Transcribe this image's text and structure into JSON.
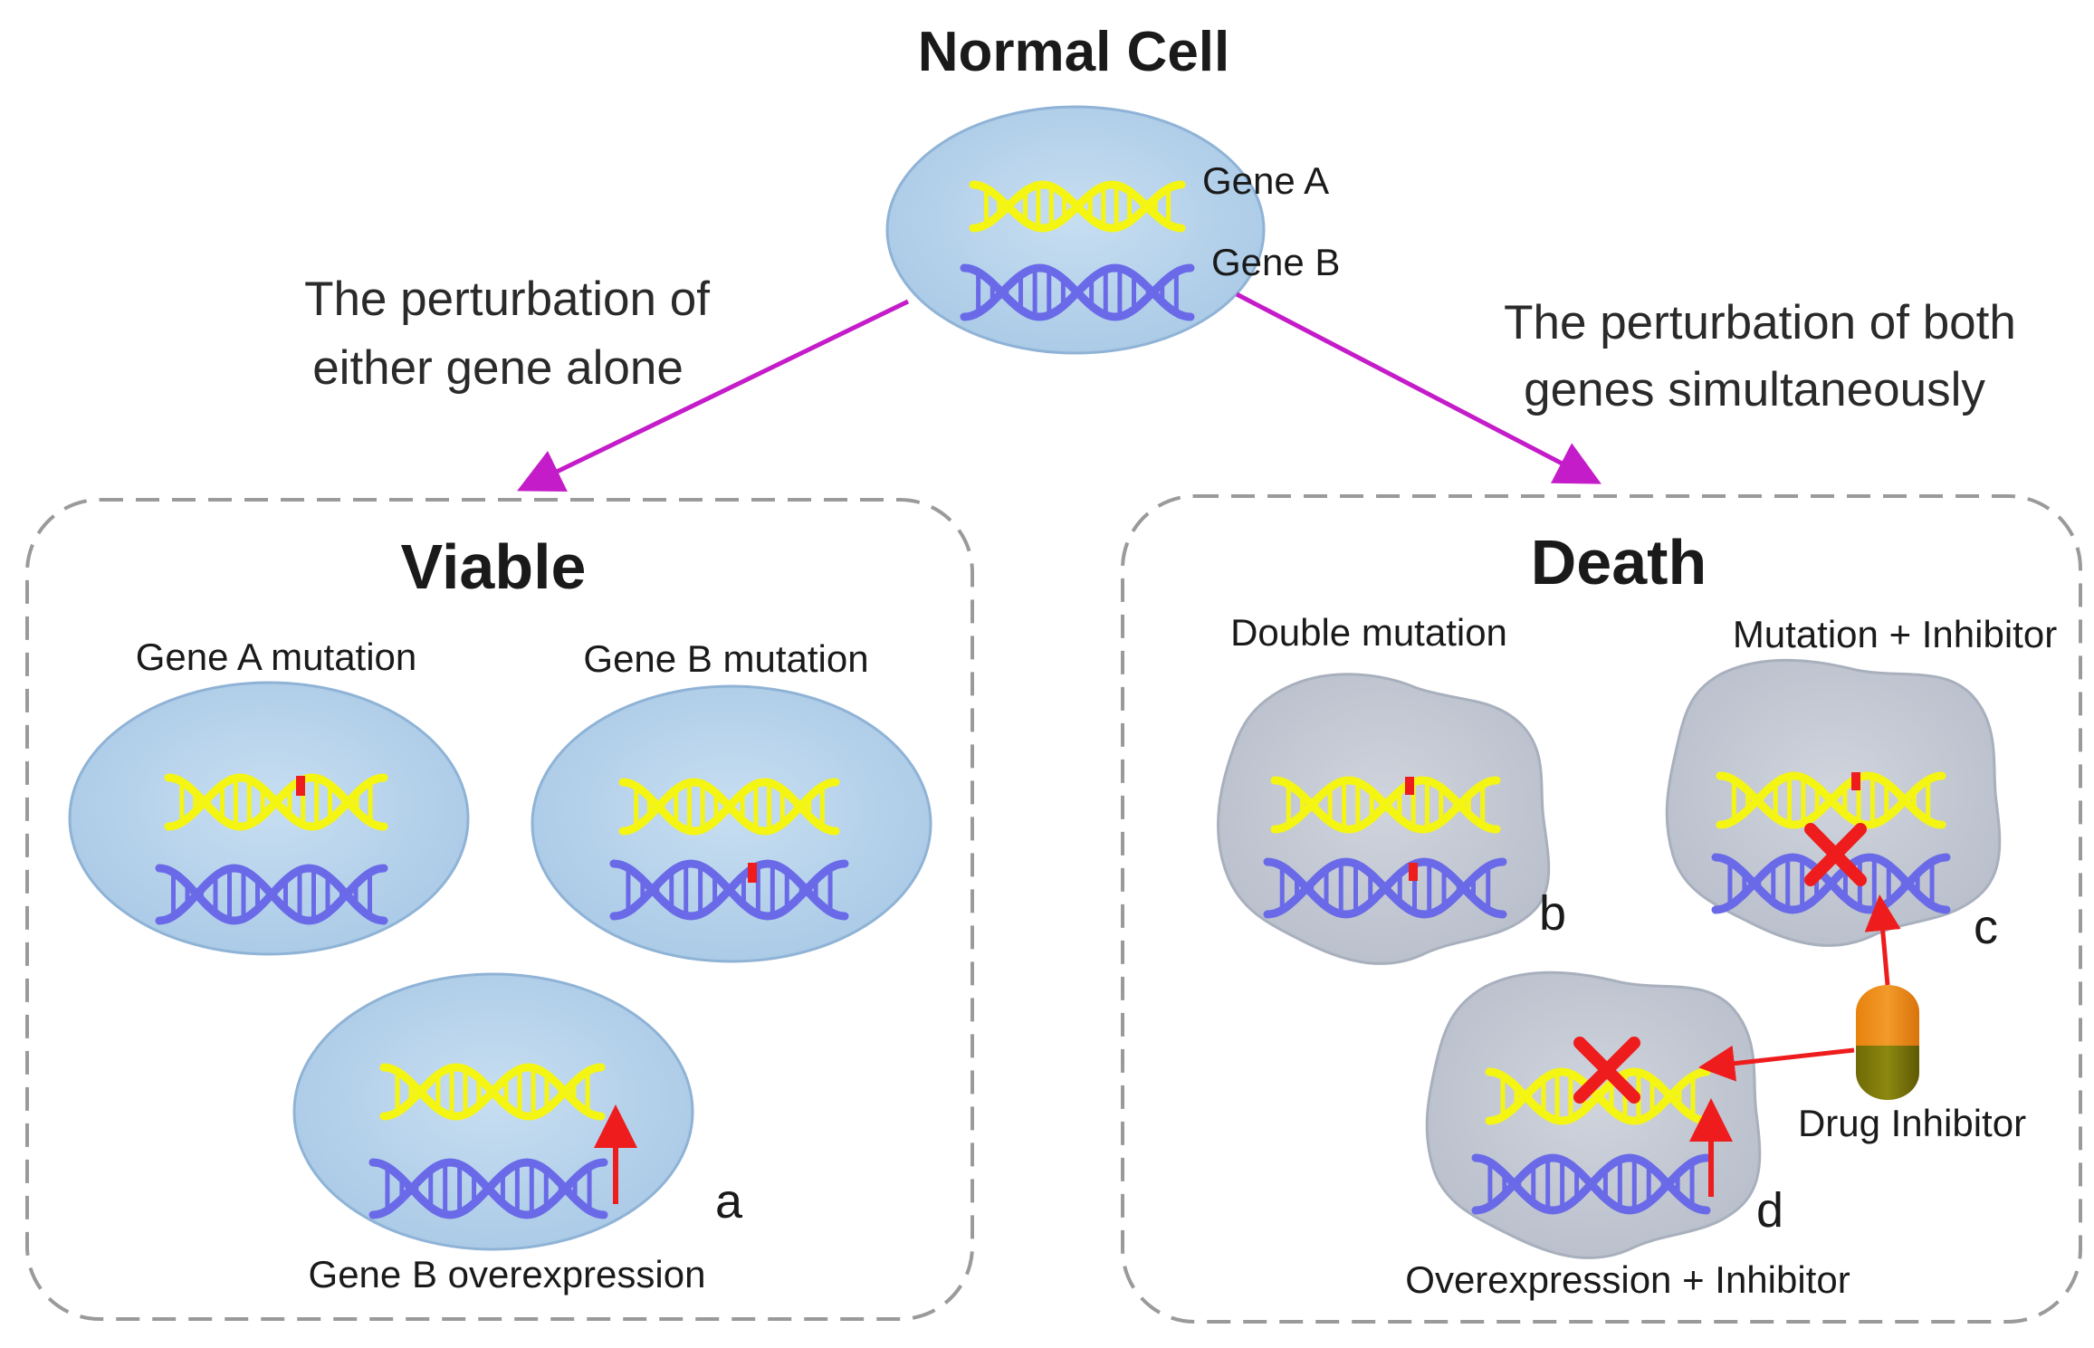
{
  "title": "Normal Cell",
  "top_cell": {
    "gene_a": "Gene A",
    "gene_b": "Gene B"
  },
  "left_branch": {
    "line1": "The perturbation of",
    "line2": "either gene alone"
  },
  "right_branch": {
    "line1": "The perturbation of both",
    "line2": "genes simultaneously"
  },
  "viable": {
    "title": "Viable",
    "gene_a_mutation": "Gene A mutation",
    "gene_b_mutation": "Gene B mutation",
    "overexpression": "Gene B overexpression",
    "letter_a": "a"
  },
  "death": {
    "title": "Death",
    "double_mutation": "Double mutation",
    "mutation_inhibitor": "Mutation + Inhibitor",
    "overexpression_inhibitor": "Overexpression + Inhibitor",
    "drug_inhibitor": "Drug Inhibitor",
    "letter_b": "b",
    "letter_c": "c",
    "letter_d": "d"
  },
  "colors": {
    "gene_a": "#f5f514",
    "gene_b": "#6a6ae8",
    "cell_fill": "#b8d3ea",
    "dead_cell_fill": "#c6ccd6",
    "branch_arrow": "#c41cc9",
    "red": "#ee1c1c",
    "panel_border": "#9a9a9a"
  }
}
